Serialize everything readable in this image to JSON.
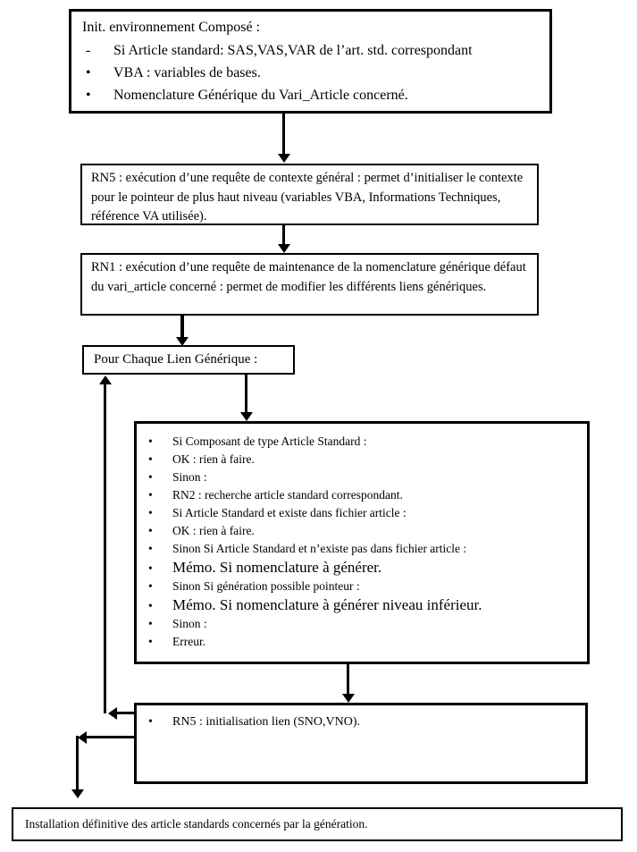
{
  "diagram": {
    "background": "#ffffff",
    "line_color": "#000000",
    "boxes": {
      "init": {
        "title": "Init. environnement Composé :",
        "items": [
          {
            "marker": "-",
            "text": "Si Article standard:  SAS,VAS,VAR de l’art. std. correspondant"
          },
          {
            "marker": "•",
            "text": "VBA : variables de bases."
          },
          {
            "marker": "•",
            "text": "Nomenclature Générique du Vari_Article concerné."
          }
        ]
      },
      "rn5_context": {
        "text": "RN5 : exécution d’une requête de contexte général : permet d’initialiser le contexte pour le pointeur de plus haut niveau (variables VBA, Informations Techniques, référence VA utilisée)."
      },
      "rn1": {
        "text": "RN1 : exécution d’une requête de maintenance de la nomenclature générique défaut du vari_article concerné : permet de modifier les différents liens génériques."
      },
      "loop": {
        "text": "Pour Chaque Lien Générique :"
      },
      "actions": {
        "items": [
          {
            "marker": "•",
            "text": "Si Composant de type Article Standard :"
          },
          {
            "marker": "•",
            "text": "OK : rien à faire."
          },
          {
            "marker": "•",
            "text": "Sinon :"
          },
          {
            "marker": "•",
            "text": "RN2 : recherche article standard correspondant."
          },
          {
            "marker": "•",
            "text": "Si Article Standard et existe dans fichier article :"
          },
          {
            "marker": "•",
            "text": "OK : rien à faire."
          },
          {
            "marker": "•",
            "text": "Sinon Si Article Standard et n’existe pas dans fichier article :"
          },
          {
            "marker": "•",
            "text": "Mémo. Si nomenclature à générer."
          },
          {
            "marker": "•",
            "text": "Sinon Si génération possible pointeur :"
          },
          {
            "marker": "•",
            "text": "Mémo. Si nomenclature à générer niveau inférieur."
          },
          {
            "marker": "•",
            "text": "Sinon :"
          },
          {
            "marker": "•",
            "text": "Erreur."
          }
        ]
      },
      "rn5_init": {
        "items": [
          {
            "marker": "•",
            "text": "RN5 : initialisation lien (SNO,VNO)."
          }
        ]
      },
      "installation": {
        "text": "Installation définitive des article standards concernés par la génération."
      }
    }
  }
}
